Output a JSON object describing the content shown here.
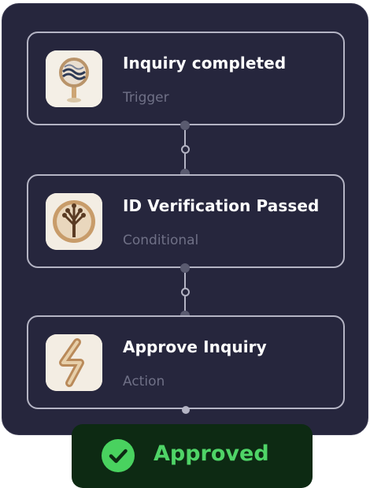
{
  "steps": [
    {
      "title": "Inquiry completed",
      "subtitle": "Trigger",
      "icon": "magnifier-icon"
    },
    {
      "title": "ID Verification Passed",
      "subtitle": "Conditional",
      "icon": "tree-seal-icon"
    },
    {
      "title": "Approve Inquiry",
      "subtitle": "Action",
      "icon": "zigzag-icon"
    }
  ],
  "badge": {
    "label": "Approved",
    "icon": "check-circle-icon",
    "color": "#4fd467"
  },
  "colors": {
    "panel": "#26263d",
    "card_border": "#b4b4c4",
    "badge_bg": "#0d2a13"
  }
}
